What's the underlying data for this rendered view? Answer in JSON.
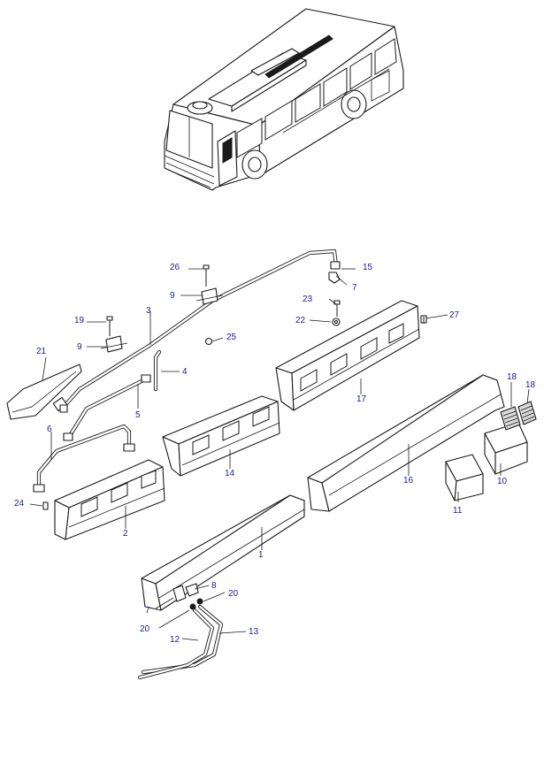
{
  "callouts": {
    "c1": "1",
    "c2": "2",
    "c3": "3",
    "c4": "4",
    "c5": "5",
    "c6": "6",
    "c7a": "7",
    "c7b": "7",
    "c8": "8",
    "c9a": "9",
    "c9b": "9",
    "c10": "10",
    "c11": "11",
    "c12": "12",
    "c13": "13",
    "c14": "14",
    "c15": "15",
    "c16": "16",
    "c17": "17",
    "c18a": "18",
    "c18b": "18",
    "c19": "19",
    "c20a": "20",
    "c20b": "20",
    "c21": "21",
    "c22": "22",
    "c23": "23",
    "c24": "24",
    "c25": "25",
    "c26": "26",
    "c27": "27"
  },
  "colors": {
    "line": "#1a1a1a",
    "callout": "#1a1a9a",
    "background": "#ffffff"
  }
}
